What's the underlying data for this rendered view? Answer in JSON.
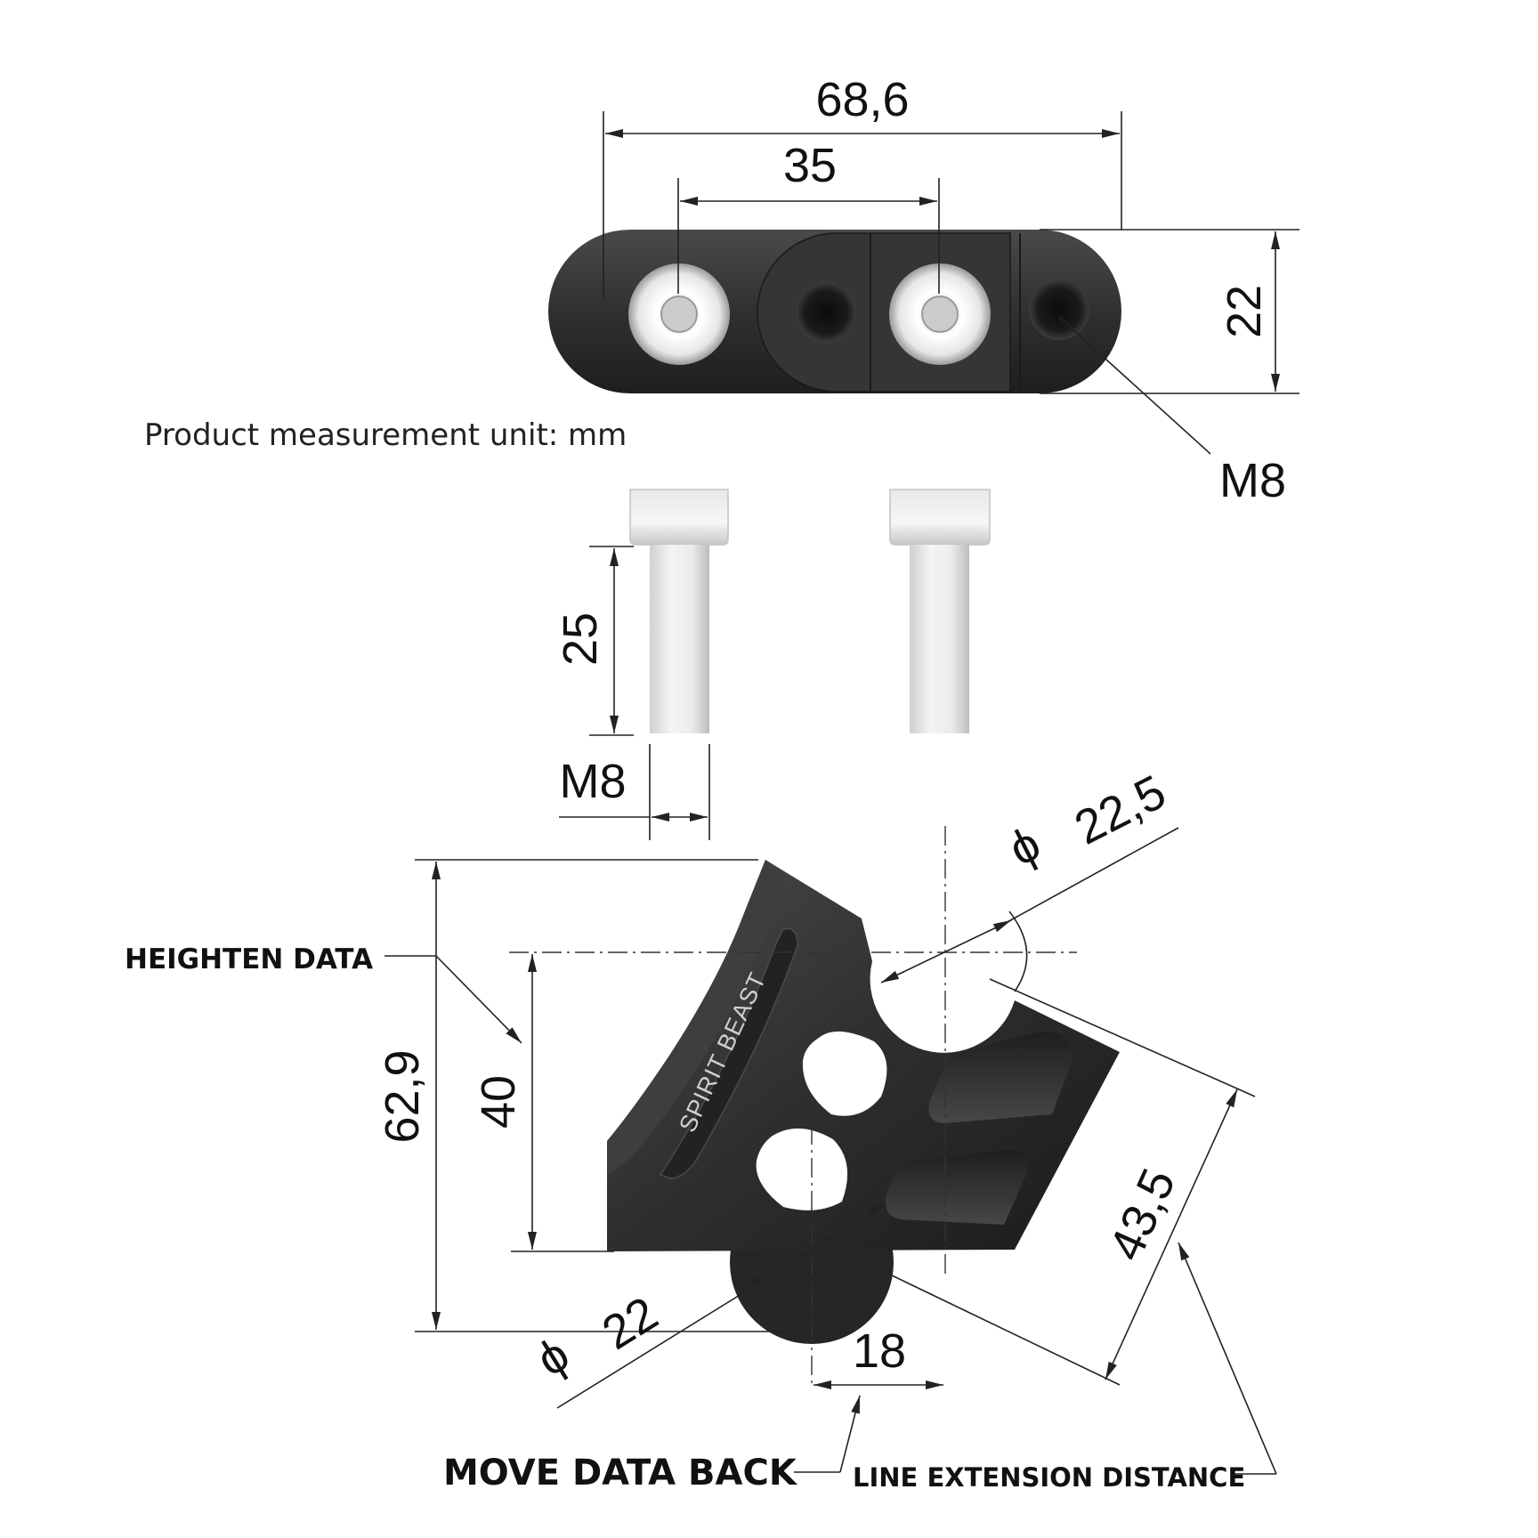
{
  "dimensions": {
    "overall_length": "68,6",
    "hole_spacing": "35",
    "bar_height": "22",
    "hole_thread": "M8",
    "bolt_length": "25",
    "bolt_thread": "M8",
    "clamp_diameter_symbol": "ϕ",
    "clamp_diameter": "22,5",
    "total_height": "62,9",
    "riser_height": "40",
    "base_diameter_symbol": "ϕ",
    "base_diameter": "22",
    "offset_back": "18",
    "line_extension": "43,5"
  },
  "notes": {
    "unit": "Product measurement unit: mm",
    "engraving": "SPIRIT  BEAST"
  },
  "callouts": {
    "heighten": "HEIGHTEN DATA",
    "move_back": "MOVE DATA BACK",
    "line_extension": "LINE EXTENSION DISTANCE"
  }
}
